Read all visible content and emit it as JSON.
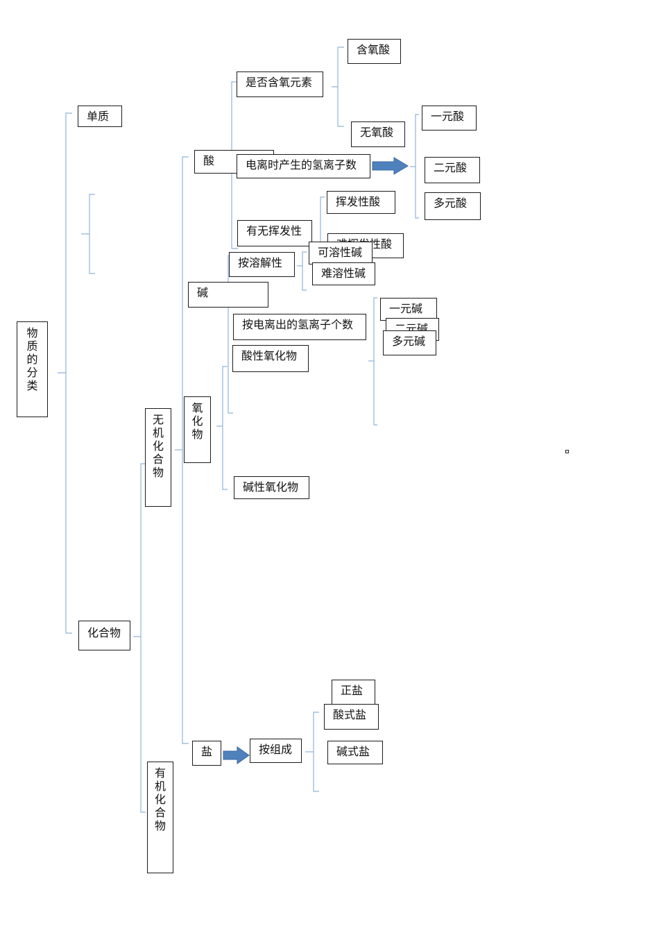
{
  "diagram": {
    "root": "物质的分类",
    "level1": {
      "elements": "单质",
      "compounds": "化合物"
    },
    "level2": {
      "inorganic": "无机化合物",
      "organic": "有机化合物"
    },
    "level3": {
      "acid": "酸",
      "base": "碱",
      "oxide": "氧化物",
      "salt": "盐"
    },
    "acid": {
      "by_oxygen": "是否含氧元素",
      "oxy_acid": "含氧酸",
      "non_oxy_acid": "无氧酸",
      "by_hydrogen": "电离时产生的氢离子数",
      "monobasic": "一元酸",
      "dibasic": "二元酸",
      "polybasic": "多元酸",
      "by_volatility": "有无挥发性",
      "volatile": "挥发性酸",
      "non_volatile": "难挥发性酸"
    },
    "base": {
      "by_solubility": "按溶解性",
      "soluble": "可溶性碱",
      "insoluble": "难溶性碱",
      "by_ions": "按电离出的氢离子个数",
      "mono": "一元碱",
      "di": "二元碱",
      "poly": "多元碱"
    },
    "oxide": {
      "acidic": "酸性氧化物",
      "basic": "碱性氧化物"
    },
    "salt": {
      "by_composition": "按组成",
      "normal": "正盐",
      "acidic": "酸式盐",
      "basic": "碱式盐"
    }
  },
  "colors": {
    "bracket": "#8fb4d8",
    "arrow": "#4f81bd",
    "arrow_border": "#3a6a9e"
  }
}
